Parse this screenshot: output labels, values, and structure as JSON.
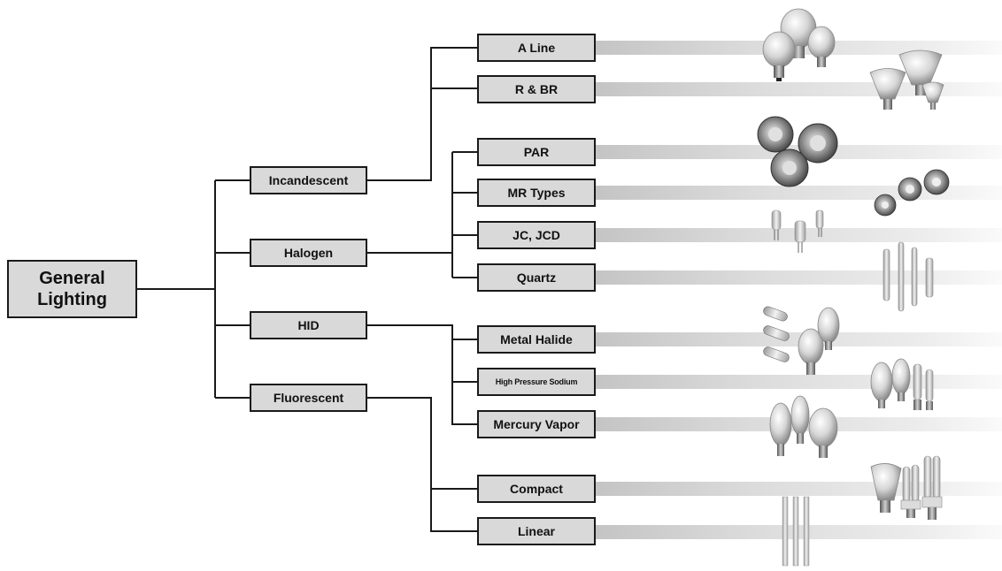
{
  "root": {
    "line1": "General",
    "line2": "Lighting"
  },
  "categories": [
    {
      "label": "Incandescent"
    },
    {
      "label": "Halogen"
    },
    {
      "label": "HID"
    },
    {
      "label": "Fluorescent"
    }
  ],
  "lamps": [
    {
      "label": "A Line"
    },
    {
      "label": "R & BR"
    },
    {
      "label": "PAR"
    },
    {
      "label": "MR Types"
    },
    {
      "label": "JC, JCD"
    },
    {
      "label": "Quartz"
    },
    {
      "label": "Metal Halide"
    },
    {
      "label": "High Pressure Sodium"
    },
    {
      "label": "Mercury Vapor"
    },
    {
      "label": "Compact"
    },
    {
      "label": "Linear"
    }
  ],
  "colors": {
    "box_fill": "#d9d9d9",
    "box_border": "#1a1a1a",
    "connector": "#1a1a1a",
    "band": "#d4d4d4"
  },
  "icons": [
    "a-line-bulb-icon",
    "reflector-bulb-icon",
    "par-lamp-icon",
    "mr-lamp-icon",
    "bi-pin-capsule-icon",
    "quartz-tube-icon",
    "metal-halide-lamp-icon",
    "hps-lamp-icon",
    "mercury-vapor-lamp-icon",
    "cfl-icon",
    "linear-tube-icon"
  ]
}
